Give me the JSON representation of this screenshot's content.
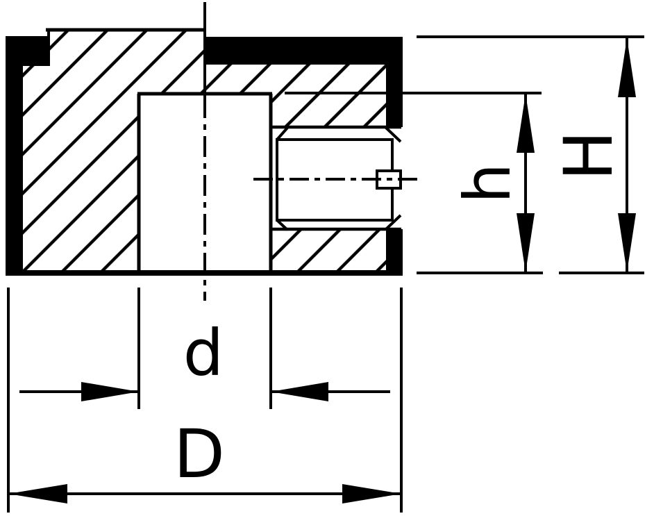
{
  "drawing": {
    "type": "technical-section-drawing",
    "description": "Cross-section of a control knob cap with hatched insert, center bore and slotted set screw",
    "colors": {
      "line": "#000000",
      "background": "#ffffff"
    },
    "dimensions": {
      "bore_diameter": {
        "label": "d"
      },
      "outer_diameter": {
        "label": "D"
      },
      "inner_height": {
        "label": "h"
      },
      "overall_height": {
        "label": "H"
      }
    }
  }
}
